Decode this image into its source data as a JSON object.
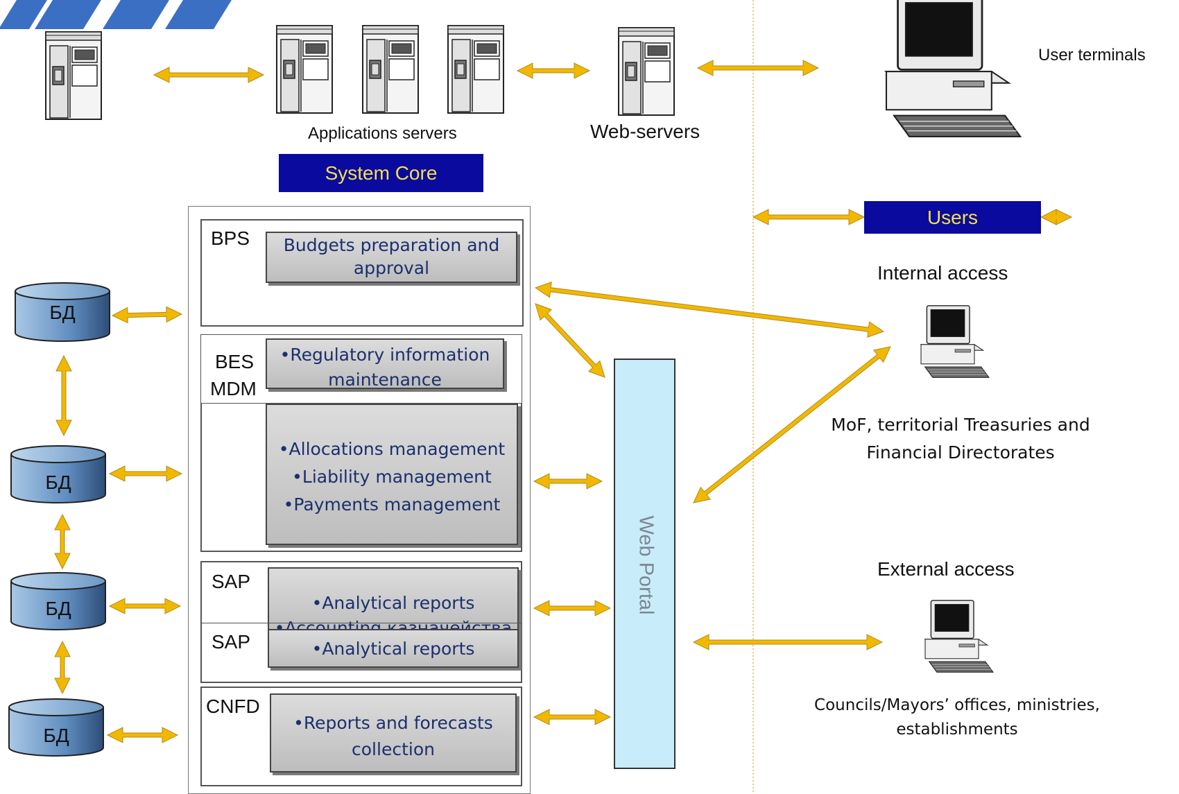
{
  "top": {
    "app_servers_label": "Applications servers",
    "web_servers_label": "Web-servers",
    "user_terminals_label": "User terminals",
    "system_core_label": "System Core",
    "users_label": "Users"
  },
  "modules": {
    "bps": {
      "code": "BPS",
      "text_1": "Budgets preparation and",
      "text_2": "approval"
    },
    "bes": {
      "code": "BES",
      "code_2": "MDM",
      "text_1": "•Regulatory information",
      "text_2": "maintenance"
    },
    "bes_mgmt": {
      "item_1": "•Allocations management",
      "item_2": "•Liability management",
      "item_3": "•Payments management"
    },
    "sap1": {
      "code": "SAP",
      "item_1": "•Analytical reports",
      "item_2": "•Accounting казначейства"
    },
    "sap2": {
      "code": "SAP",
      "item_1": "•Analytical reports"
    },
    "cnfd": {
      "code": "CNFD",
      "text_1": "•Reports and forecasts",
      "text_2": "collection"
    }
  },
  "databases": [
    "БД",
    "БД",
    "БД",
    "БД"
  ],
  "portal": {
    "label": "Web Portal"
  },
  "access": {
    "internal_title": "Internal access",
    "internal_desc_1": "MoF, territorial Treasuries and",
    "internal_desc_2": "Financial Directorates",
    "external_title": "External access",
    "external_desc_1": "Councils/Mayors’ offices, ministries,",
    "external_desc_2": "establishments"
  },
  "colors": {
    "arrow": "#f2b800",
    "navy": "#0a0a9e",
    "banner_text": "#f5e04a",
    "module_text": "#1c2f6e",
    "db_fill": "#6f9cc9",
    "portal_fill": "#c9ecfb",
    "corner_stripes": "#3a6fc4"
  }
}
